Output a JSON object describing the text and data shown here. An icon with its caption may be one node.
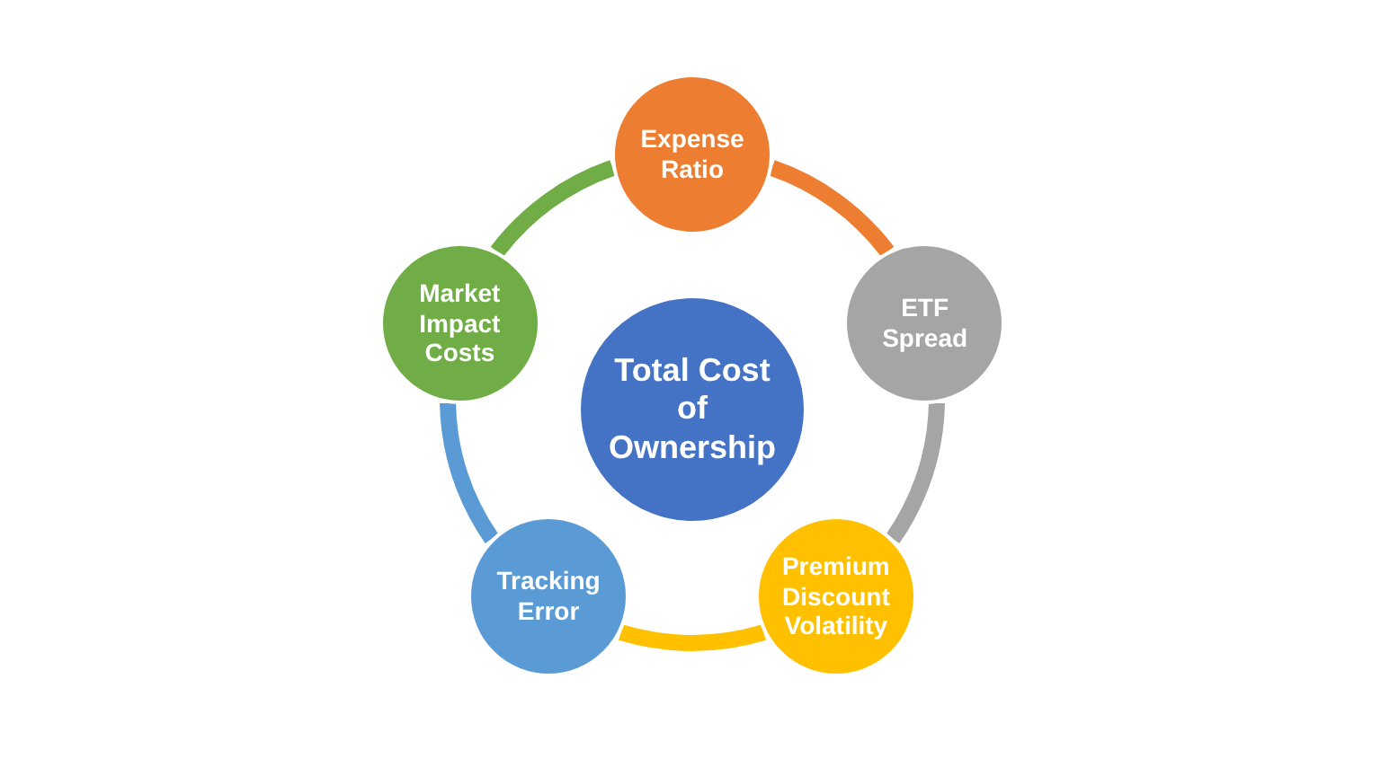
{
  "diagram": {
    "nodes": [
      {
        "text": [
          "Expense Ratio"
        ]
      },
      {
        "text": [
          "ETF Spread"
        ]
      },
      {
        "text": [
          "Premium Discount Volatility"
        ]
      },
      {
        "text": [
          "Tracking Error"
        ]
      },
      {
        "text": [
          "Market Impact Costs"
        ]
      },
      {
        "text": [
          "Total Cost of Ownership"
        ]
      }
    ],
    "edges": [
      {
        "from": 0,
        "to": 1,
        "arrow": "none",
        "color": "#ed7d31"
      },
      {
        "from": 1,
        "to": 2,
        "arrow": "none",
        "color": "#a5a5a5"
      },
      {
        "from": 2,
        "to": 3,
        "arrow": "none",
        "color": "#ffc000"
      },
      {
        "from": 3,
        "to": 4,
        "arrow": "none",
        "color": "#5b9bd5"
      },
      {
        "from": 4,
        "to": 0,
        "arrow": "none",
        "color": "#70ad47"
      }
    ]
  }
}
